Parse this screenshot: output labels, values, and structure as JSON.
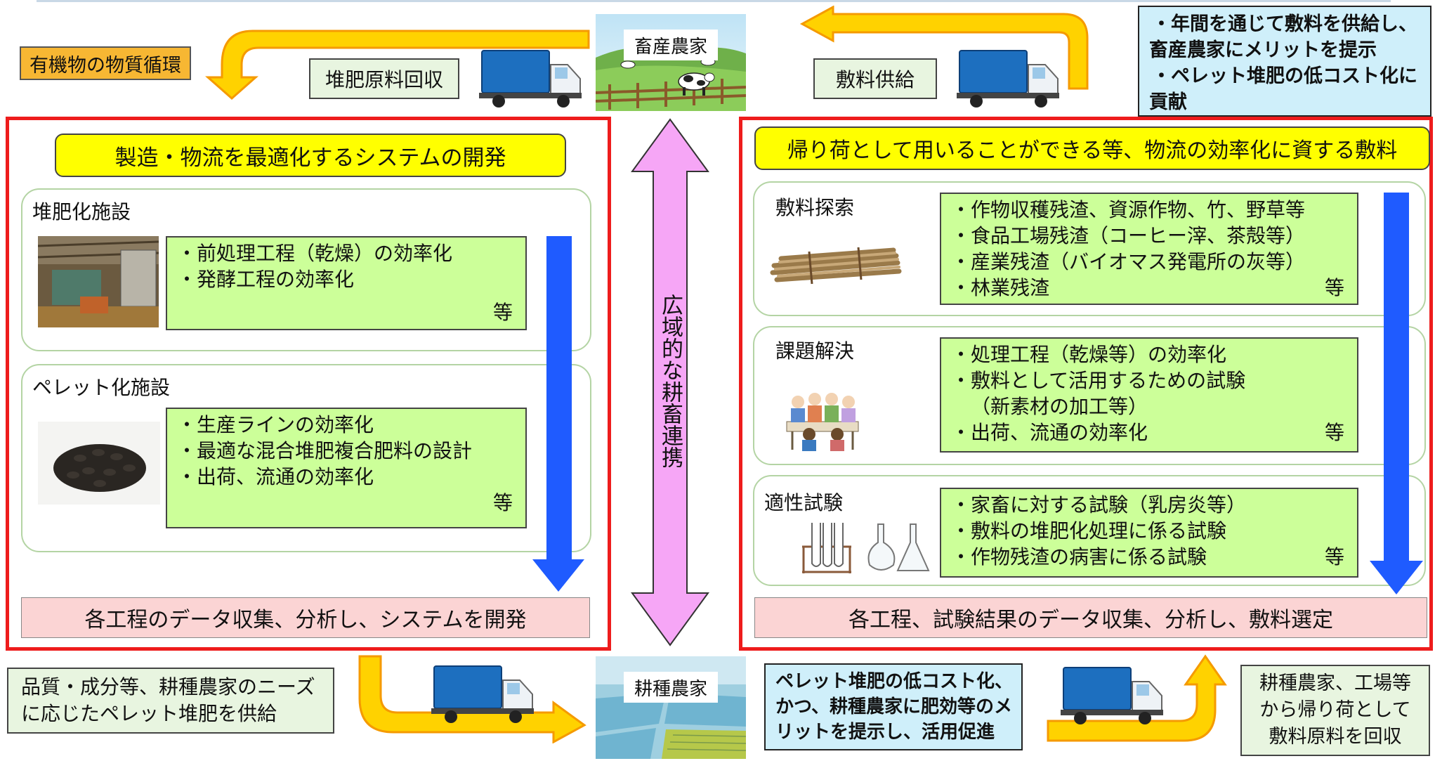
{
  "top": {
    "cycle_label": "有機物の物質循環",
    "compost_collect": "堆肥原料回収",
    "livestock_farm": "畜産農家",
    "feed_supply": "敷料供給",
    "benefit_lines": [
      "・年間を通じて敷料を供給し、",
      "畜産農家にメリットを提示",
      "・ペレット堆肥の低コスト化に",
      "貢献"
    ]
  },
  "left_panel": {
    "header": "製造・物流を最適化するシステムの開発",
    "sections": [
      {
        "title": "堆肥化施設",
        "items": [
          "・前処理工程（乾燥）の効率化",
          "・発酵工程の効率化"
        ],
        "etc": "等",
        "image": "compost-facility-image"
      },
      {
        "title": "ペレット化施設",
        "items": [
          "・生産ラインの効率化",
          "・最適な混合堆肥複合肥料の設計",
          "・出荷、流通の効率化"
        ],
        "etc": "等",
        "image": "pellet-image"
      }
    ],
    "footer": "各工程のデータ収集、分析し、システムを開発"
  },
  "center": {
    "vertical_label": "広域的な耕畜連携"
  },
  "right_panel": {
    "header": "帰り荷として用いることができる等、物流の効率化に資する敷料",
    "sections": [
      {
        "title": "敷料探索",
        "items": [
          "・作物収穫残渣、資源作物、竹、野草等",
          "・食品工場残渣（コーヒー滓、茶殻等）",
          "・産業残渣（バイオマス発電所の灰等）",
          "・林業残渣"
        ],
        "etc": "等",
        "image": "bamboo-bundle-image"
      },
      {
        "title": "課題解決",
        "items": [
          "・処理工程（乾燥等）の効率化",
          "・敷料として活用するための試験",
          "（新素材の加工等）",
          "・出荷、流通の効率化"
        ],
        "etc": "等",
        "image": "meeting-illustration"
      },
      {
        "title": "適性試験",
        "items": [
          "・家畜に対する試験（乳房炎等）",
          "・敷料の堆肥化処理に係る試験",
          "・作物残渣の病害に係る試験"
        ],
        "etc": "等",
        "image": "lab-glassware-illustration"
      }
    ],
    "footer": "各工程、試験結果のデータ収集、分析し、敷料選定"
  },
  "bottom": {
    "supply_lines": [
      "品質・成分等、耕種農家のニーズ",
      "に応じたペレット堆肥を供給"
    ],
    "crop_farm": "耕種農家",
    "promo_lines": [
      "ペレット堆肥の低コスト化、",
      "かつ、耕種農家に肥効等のメ",
      "リットを提示し、活用促進"
    ],
    "return_lines": [
      "耕種農家、工場等",
      "から帰り荷として",
      "敷料原料を回収"
    ]
  },
  "colors": {
    "arrow_orange": "#ffb400",
    "arrow_inner": "#ffd200",
    "red_border": "#ee1c1c",
    "blue_arrow": "#1f5bff",
    "pink_arrow": "#f6a6f6",
    "yellow_header": "#ffff00",
    "green_box": "#ccff99",
    "pink_bar": "#fbd4d4",
    "cyan_box": "#cfeffa"
  }
}
